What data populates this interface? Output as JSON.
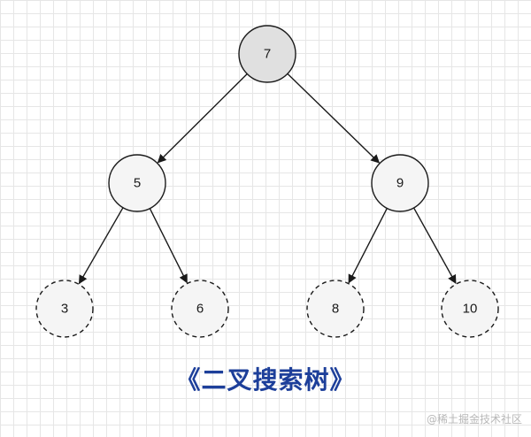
{
  "tree": {
    "nodes": [
      {
        "id": "n7",
        "label": "7",
        "style": "filled"
      },
      {
        "id": "n5",
        "label": "5",
        "style": "solid"
      },
      {
        "id": "n9",
        "label": "9",
        "style": "solid"
      },
      {
        "id": "n3",
        "label": "3",
        "style": "dashed"
      },
      {
        "id": "n6",
        "label": "6",
        "style": "dashed"
      },
      {
        "id": "n8",
        "label": "8",
        "style": "dashed"
      },
      {
        "id": "n10",
        "label": "10",
        "style": "dashed"
      }
    ],
    "edges": [
      {
        "from": "n7",
        "to": "n5"
      },
      {
        "from": "n7",
        "to": "n9"
      },
      {
        "from": "n5",
        "to": "n3"
      },
      {
        "from": "n5",
        "to": "n6"
      },
      {
        "from": "n9",
        "to": "n8"
      },
      {
        "from": "n9",
        "to": "n10"
      }
    ]
  },
  "caption": "《二叉搜索树》",
  "watermark": "@稀土掘金技术社区",
  "colors": {
    "root_fill": "#e0e0e0",
    "node_fill": "#f5f5f5",
    "stroke": "#1a1a1a",
    "caption": "#1d3f9a",
    "grid": "#e6e6e6"
  }
}
